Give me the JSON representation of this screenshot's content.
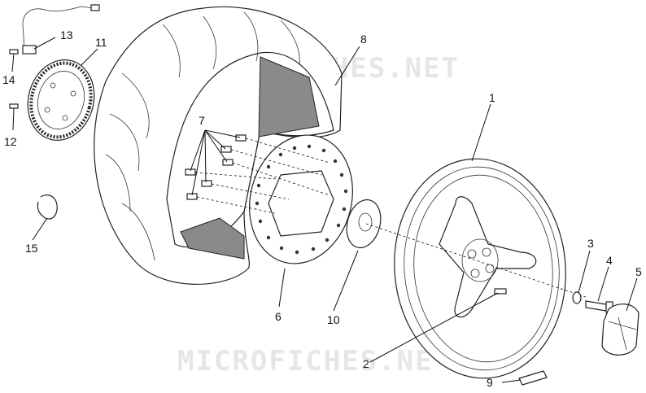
{
  "watermark": {
    "top": "MICROFICHES.NET",
    "bottom": "MICROFICHES.NE"
  },
  "callouts": [
    {
      "id": "c1",
      "label": "1"
    },
    {
      "id": "c2",
      "label": "2"
    },
    {
      "id": "c3",
      "label": "3"
    },
    {
      "id": "c4",
      "label": "4"
    },
    {
      "id": "c5",
      "label": "5"
    },
    {
      "id": "c6",
      "label": "6"
    },
    {
      "id": "c7",
      "label": "7"
    },
    {
      "id": "c8",
      "label": "8"
    },
    {
      "id": "c9",
      "label": "9"
    },
    {
      "id": "c10",
      "label": "10"
    },
    {
      "id": "c11",
      "label": "11"
    },
    {
      "id": "c12",
      "label": "12"
    },
    {
      "id": "c13",
      "label": "13"
    },
    {
      "id": "c14",
      "label": "14"
    },
    {
      "id": "c15",
      "label": "15"
    }
  ]
}
